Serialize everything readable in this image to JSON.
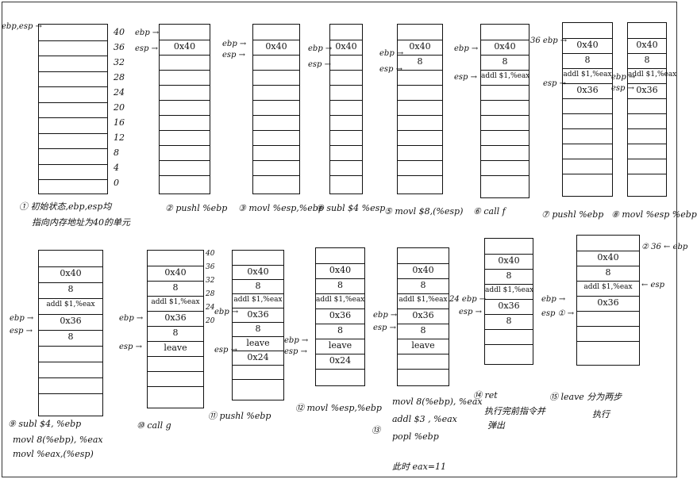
{
  "addresses": [
    "40",
    "36",
    "32",
    "28",
    "24",
    "20",
    "16",
    "12",
    "8",
    "4",
    "0"
  ],
  "addresses_b": [
    "40",
    "36",
    "32",
    "28",
    "24",
    "20"
  ],
  "steps": [
    {
      "caption": "① 初始状态,ebp,esp均",
      "caption2": "指向内存地址为40的单元",
      "pointers": [
        {
          "text": "ebp,esp →"
        }
      ]
    },
    {
      "caption": "② pushl %ebp",
      "cells": [
        "0x40"
      ],
      "pointers": [
        {
          "text": "ebp"
        },
        {
          "text": "esp"
        }
      ]
    },
    {
      "caption": "③ movl %esp,%ebp",
      "cells": [
        "0x40"
      ],
      "pointers": [
        {
          "text": "ebp"
        },
        {
          "text": "esp"
        }
      ]
    },
    {
      "caption": "④ subl $4 %esp",
      "cells": [
        "0x40"
      ],
      "pointers": [
        {
          "text": "ebp"
        },
        {
          "text": "esp"
        }
      ]
    },
    {
      "caption": "⑤ movl $8,(%esp)",
      "cells": [
        "0x40",
        "8"
      ],
      "pointers": [
        {
          "text": "ebp"
        },
        {
          "text": "esp"
        }
      ]
    },
    {
      "caption": "⑥ call f",
      "cells": [
        "0x40",
        "8",
        "addl $1,%eax"
      ],
      "pointers": [
        {
          "text": "ebp"
        },
        {
          "text": "esp"
        }
      ]
    },
    {
      "caption": "⑦ pushl %ebp",
      "cells": [
        "0x40",
        "8",
        "addl $1,%eax",
        "0x36"
      ],
      "pointers": [
        {
          "text": "36 ebp"
        },
        {
          "text": "esp"
        }
      ]
    },
    {
      "caption": "⑧ movl %esp %ebp",
      "cells": [
        "0x40",
        "8",
        "addl $1,%eax",
        "0x36"
      ],
      "pointers": [
        {
          "text": "ebp"
        },
        {
          "text": "esp"
        }
      ]
    },
    {
      "caption": "⑨ subl $4, %ebp",
      "caption2": "movl 8(%ebp), %eax",
      "caption3": "movl %eax,(%esp)",
      "cells": [
        "0x40",
        "8",
        "addl $1,%eax",
        "0x36",
        "8"
      ],
      "pointers": [
        {
          "text": "ebp"
        },
        {
          "text": "esp"
        }
      ]
    },
    {
      "caption": "⑩ call g",
      "cells": [
        "0x40",
        "8",
        "addl $1,%eax",
        "0x36",
        "8",
        "leave"
      ],
      "pointers": [
        {
          "text": "ebp"
        },
        {
          "text": "esp"
        }
      ]
    },
    {
      "caption": "⑪ pushl %ebp",
      "cells": [
        "0x40",
        "8",
        "addl $1,%eax",
        "0x36",
        "8",
        "leave",
        "0x24"
      ],
      "pointers": [
        {
          "text": "ebp"
        },
        {
          "text": "esp"
        }
      ]
    },
    {
      "caption": "⑫ movl %esp,%ebp",
      "cells": [
        "0x40",
        "8",
        "addl $1,%eax",
        "0x36",
        "8",
        "leave",
        "0x24"
      ],
      "pointers": [
        {
          "text": "ebp"
        },
        {
          "text": "esp"
        }
      ]
    },
    {
      "caption": "movl 8(%ebp), %eax",
      "caption2": "addl $3 , %eax",
      "caption3": "popl %ebp",
      "caption4": "此时 eax=11",
      "marker": "⑬",
      "cells": [
        "0x40",
        "8",
        "addl $1,%eax",
        "0x36",
        "8",
        "leave"
      ],
      "pointers": [
        {
          "text": "ebp"
        },
        {
          "text": "esp"
        }
      ]
    },
    {
      "caption": "⑭ ret",
      "caption2": "执行完前指令并",
      "caption3": "弹出",
      "cells": [
        "0x40",
        "8",
        "addl $1,%eax",
        "0x36",
        "8"
      ],
      "pointers": [
        {
          "text": "24 ebp"
        },
        {
          "text": "esp"
        }
      ]
    },
    {
      "caption": "⑮ leave 分为两步",
      "caption2": "执行",
      "cells": [
        "0x40",
        "8",
        "addl $1,%eax",
        "0x36"
      ],
      "pointers": [
        {
          "text": "② 36 ← ebp"
        },
        {
          "text": "← esp"
        },
        {
          "text": "ebp"
        },
        {
          "text": "esp ①"
        }
      ]
    }
  ]
}
